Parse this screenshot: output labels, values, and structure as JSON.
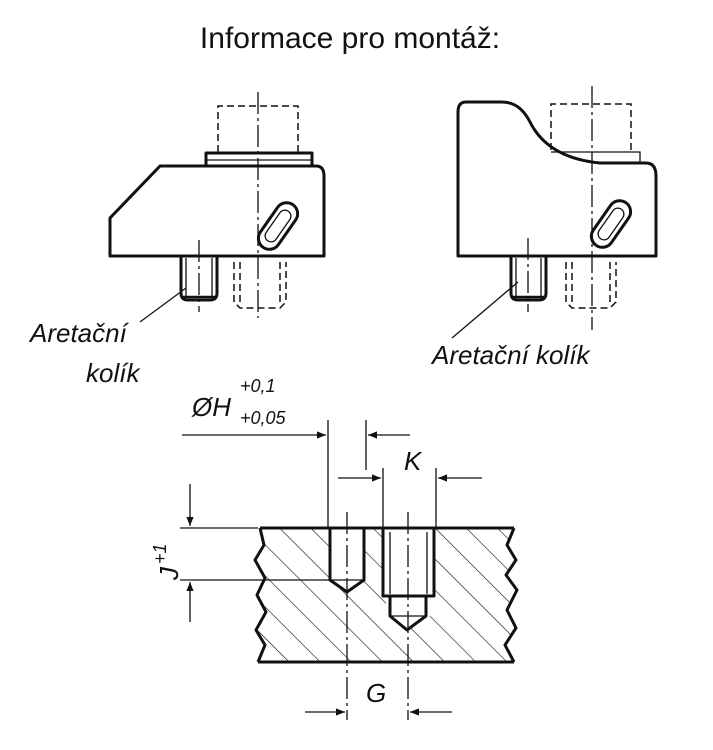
{
  "title": "Informace pro montáž:",
  "labels": {
    "left_pin_line1": "Aretační",
    "left_pin_line2": "kolík",
    "right_pin": "Aretační kolík"
  },
  "dimensions": {
    "H_symbol": "ØH",
    "H_tol_upper": "+0,1",
    "H_tol_lower": "+0,05",
    "K": "K",
    "J": "J",
    "J_tol": "+1",
    "G": "G"
  }
}
